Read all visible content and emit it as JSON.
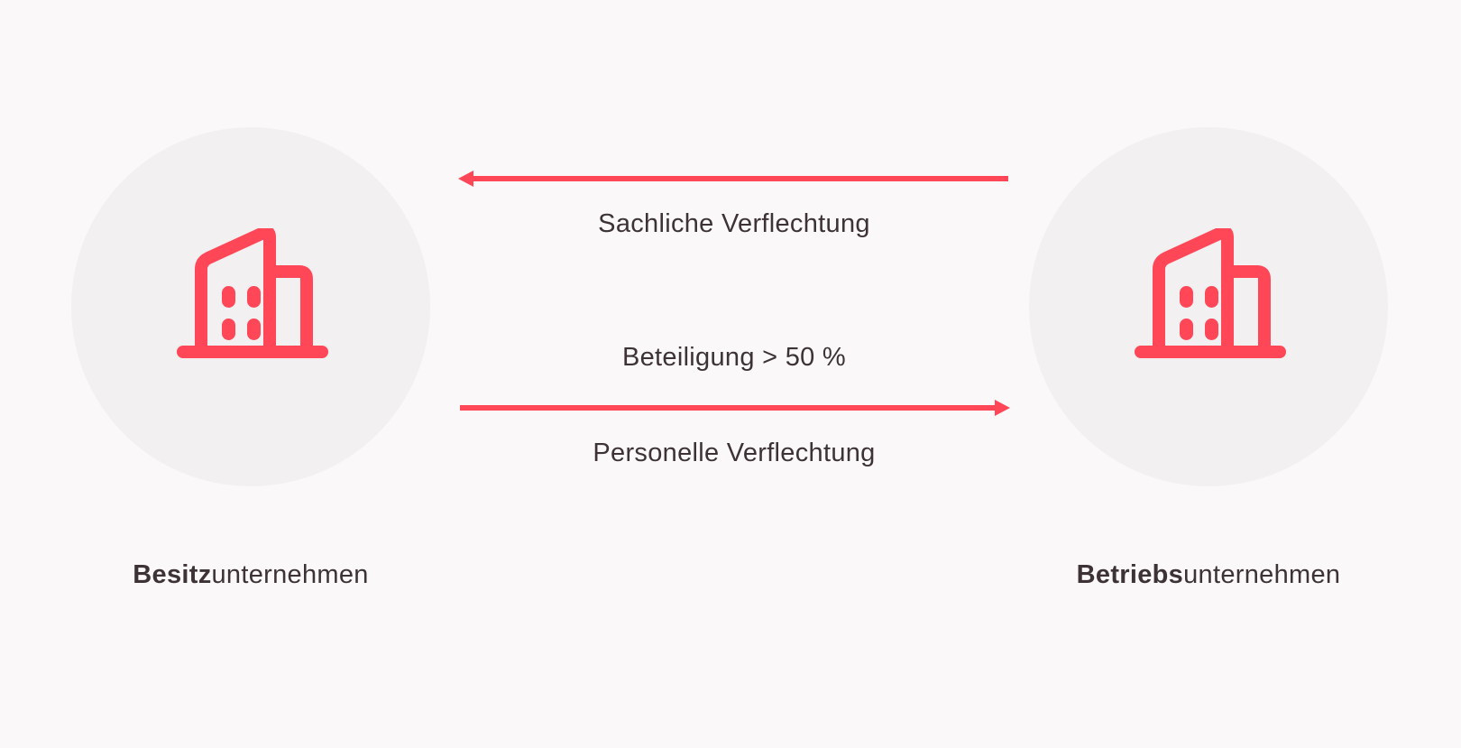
{
  "accent_color": "#ff4757",
  "text_color": "#3d3336",
  "circle_color": "#f2f0f1",
  "background_color": "#faf8f9",
  "nodes": {
    "left": {
      "icon": "building-icon",
      "label_bold": "Besitz",
      "label_rest": "unternehmen"
    },
    "right": {
      "icon": "building-icon",
      "label_bold": "Betriebs",
      "label_rest": "unternehmen"
    }
  },
  "edges": {
    "top": {
      "direction": "right-to-left",
      "label": "Sachliche Verflechtung"
    },
    "bottom": {
      "direction": "left-to-right",
      "label_above": "Beteiligung > 50 %",
      "label_below": "Personelle Verflechtung"
    }
  }
}
